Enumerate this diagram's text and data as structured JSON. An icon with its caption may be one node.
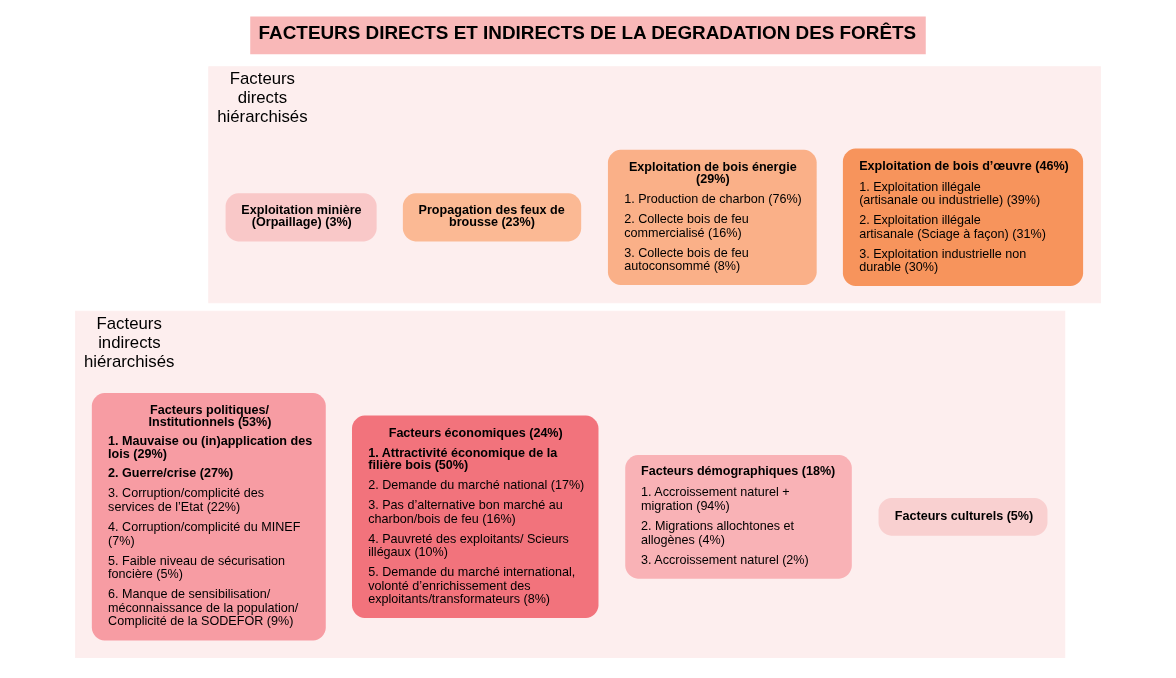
{
  "diagram": {
    "title": "FACTEURS DIRECTS ET INDIRECTS DE LA DEGRADATION DES FORÊTS",
    "nodes": [
      {
        "text": [
          "Facteurs directs hiérarchisés"
        ]
      },
      {
        "text": [
          "Exploitation de bois d’œuvre (46%)",
          "1. Exploitation illégale (artisanale ou industrielle) (39%)",
          "2. Exploitation illégale artisanale (Sciage à façon) (31%)",
          "3. Exploitation industrielle non durable (30%)"
        ],
        "in": 0
      },
      {
        "text": [
          "Exploitation de bois énergie (29%)",
          "1. Production de charbon (76%)",
          "2. Collecte bois de feu commercialisé (16%)",
          "3. Collecte bois de feu autoconsommé (8%)"
        ],
        "in": 0
      },
      {
        "text": [
          "Propagation des feux de brousse (23%)"
        ],
        "in": 0
      },
      {
        "text": [
          "Exploitation minière (Orpaillage) (3%)"
        ],
        "in": 0
      },
      {
        "text": [
          "Facteurs indirects hiérarchisés"
        ]
      },
      {
        "text": [
          "Facteurs culturels (5%)"
        ],
        "in": 5
      },
      {
        "text": [
          "Facteurs démographiques (18%)",
          "1. Accroissement naturel + migration (94%)",
          "2. Migrations allochtones et allogènes (4%)",
          "3. Accroissement naturel (2%)"
        ],
        "in": 5
      },
      {
        "text": [
          "Facteurs économiques (24%)",
          "**1. Attractivité économique de la filière bois (50%)**",
          "2. Demande du marché national (17%)",
          "3. Pas d’alternative bon marché au charbon/bois de feu (16%)",
          "4. Pauvreté des exploitants/ Scieurs illégaux (10%)",
          "5. Demande du marché international, volonté d’enrichissement des exploitants/transformateurs (8%)"
        ],
        "in": 5
      },
      {
        "text": [
          "Facteurs politiques/ Institutionnels (53%)",
          "**1. Mauvaise ou (in)application des lois (29%)**",
          "**2. Guerre/crise (27%)**",
          "3. Corruption/complicité des services de l’Etat (22%)",
          "4. Corruption/complicité du MINEF (7%)",
          "5. Faible niveau de sécurisation foncière (5%)",
          "6. Manque de sensibilisation/ méconnaissance de la population/ Complicité de la SODEFOR (9%)"
        ],
        "in": 5
      }
    ],
    "edges": []
  }
}
